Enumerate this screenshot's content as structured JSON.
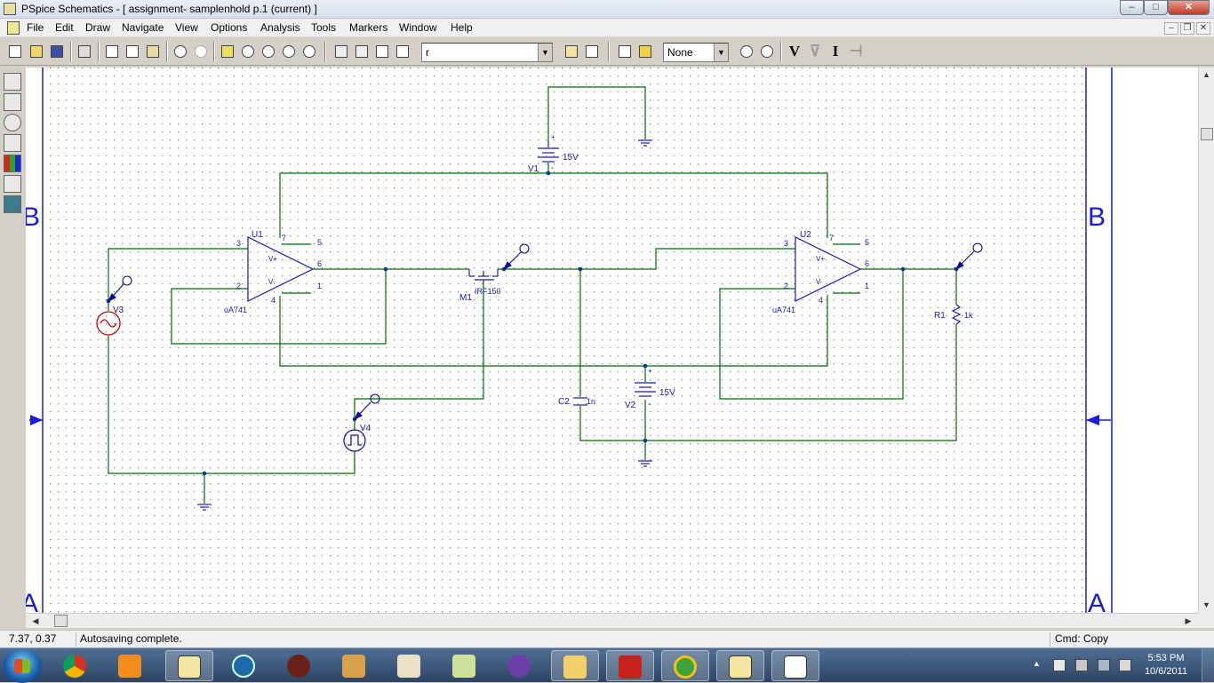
{
  "window": {
    "title": "PSpice Schematics - [ assignment- samplenhold  p.1 (current)  ]",
    "min_label": "–",
    "max_label": "□",
    "close_label": "✕"
  },
  "menu": {
    "items": [
      "File",
      "Edit",
      "Draw",
      "Navigate",
      "View",
      "Options",
      "Analysis",
      "Tools",
      "Markers",
      "Window",
      "Help"
    ],
    "mdi_min": "–",
    "mdi_restore": "❐",
    "mdi_close": "✕"
  },
  "toolbar": {
    "part_combo_value": "r",
    "zoom_combo_value": "None",
    "voltage_label": "V",
    "current_label": "I"
  },
  "border": {
    "row_left": "B",
    "row_right": "B",
    "row_bottom_left": "A",
    "row_bottom_right": "A"
  },
  "schematic": {
    "u1": {
      "ref": "U1",
      "model": "uA741",
      "pins": [
        "3",
        "2",
        "7",
        "4",
        "5",
        "6",
        "1"
      ],
      "vplus": "V+",
      "vminus": "V-"
    },
    "u2": {
      "ref": "U2",
      "model": "uA741",
      "pins": [
        "3",
        "2",
        "7",
        "4",
        "5",
        "6",
        "1"
      ],
      "vplus": "V+",
      "vminus": "V-"
    },
    "v1": {
      "ref": "V1",
      "value": "15V"
    },
    "v2": {
      "ref": "V2",
      "value": "15V"
    },
    "v3": {
      "ref": "V3"
    },
    "v4": {
      "ref": "V4"
    },
    "m1": {
      "ref": "M1",
      "model": "IRF150"
    },
    "c2": {
      "ref": "C2",
      "value": "1n"
    },
    "r1": {
      "ref": "R1",
      "value": "1k"
    },
    "ref_label": "+",
    "neg_label": "-"
  },
  "status": {
    "coords": "7.37,  0.37",
    "message": "Autosaving complete.",
    "command": "Cmd: Copy"
  },
  "taskbar": {
    "time": "5:53 PM",
    "date": "10/6/2011",
    "apps": [
      "chrome-icon",
      "media-player-icon",
      "schematics-icon",
      "s-app-icon",
      "bug-icon",
      "books-icon",
      "book-icon",
      "folder-icon",
      "orb-icon",
      "explorer-icon",
      "pdf-icon",
      "sync-icon",
      "viewer-icon",
      "board-icon"
    ]
  },
  "colors": {
    "wire": "#006b00",
    "part": "#1a1aa8",
    "border": "#1c1cd8",
    "marker": "#0b0b8a",
    "source_red": "#cc0000"
  }
}
